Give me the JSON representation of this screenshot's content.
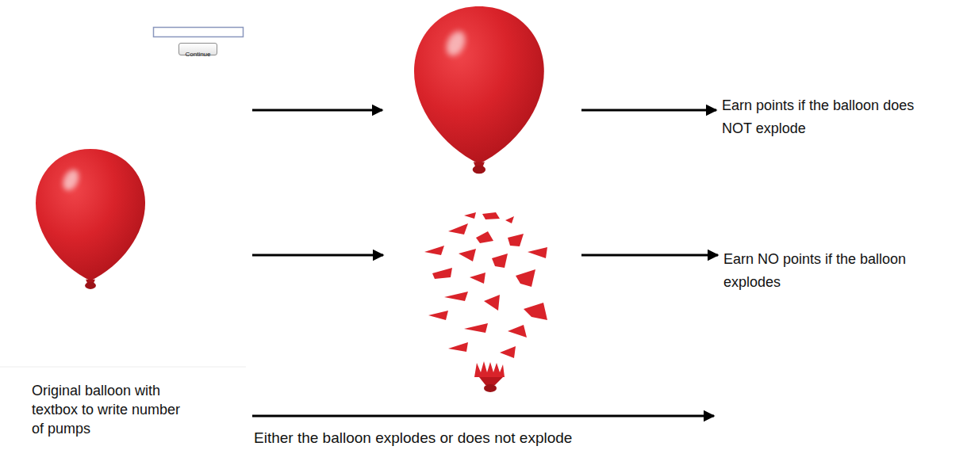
{
  "diagram": {
    "nodes": [
      {
        "text": [
          "Continue"
        ]
      }
    ],
    "labels": [
      "Earn points if the balloon does NOT explode",
      "Earn NO points if the balloon explodes",
      "Original balloon with textbox to write number of pumps",
      "Either the balloon explodes or does not explode"
    ]
  }
}
